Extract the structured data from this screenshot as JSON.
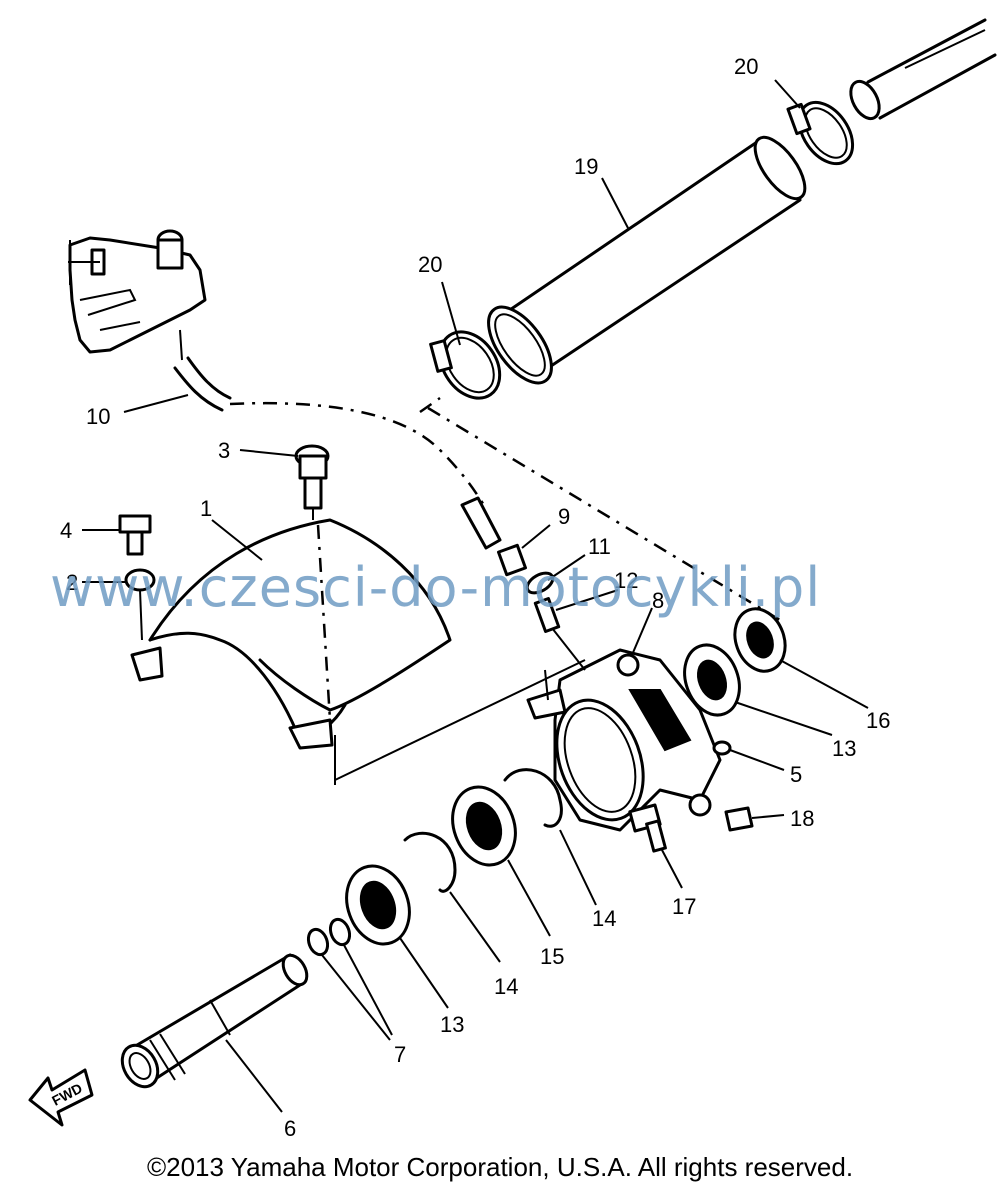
{
  "watermark": "www.czesci-do-motocykli.pl",
  "copyright": "©2013 Yamaha Motor Corporation, U.S.A. All rights reserved.",
  "fwd_label": "FWD",
  "callouts": [
    {
      "id": "c20a",
      "label": "20"
    },
    {
      "id": "c19",
      "label": "19"
    },
    {
      "id": "c20b",
      "label": "20"
    },
    {
      "id": "c10",
      "label": "10"
    },
    {
      "id": "c3",
      "label": "3"
    },
    {
      "id": "c1",
      "label": "1"
    },
    {
      "id": "c4",
      "label": "4"
    },
    {
      "id": "c2",
      "label": "2"
    },
    {
      "id": "c9",
      "label": "9"
    },
    {
      "id": "c11",
      "label": "11"
    },
    {
      "id": "c12",
      "label": "12"
    },
    {
      "id": "c8",
      "label": "8"
    },
    {
      "id": "c16",
      "label": "16"
    },
    {
      "id": "c13a",
      "label": "13"
    },
    {
      "id": "c5",
      "label": "5"
    },
    {
      "id": "c18",
      "label": "18"
    },
    {
      "id": "c17",
      "label": "17"
    },
    {
      "id": "c14a",
      "label": "14"
    },
    {
      "id": "c15",
      "label": "15"
    },
    {
      "id": "c14b",
      "label": "14"
    },
    {
      "id": "c13b",
      "label": "13"
    },
    {
      "id": "c7",
      "label": "7"
    },
    {
      "id": "c6",
      "label": "6"
    }
  ]
}
